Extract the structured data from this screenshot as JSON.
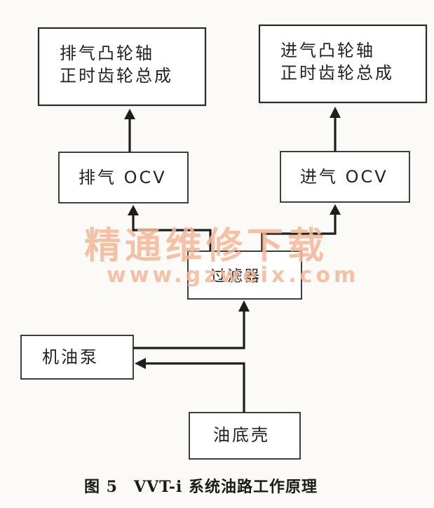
{
  "nodes": {
    "exhaust_cam_gear": [
      "排气凸轮轴",
      "正时齿轮总成"
    ],
    "intake_cam_gear": [
      "进气凸轮轴",
      "正时齿轮总成"
    ],
    "exhaust_ocv": "排气 OCV",
    "intake_ocv": "进气 OCV",
    "filter": "过滤器",
    "oil_pump": "机油泵",
    "oil_pan": "油底壳"
  },
  "watermark": {
    "title": "精通维修下载",
    "url": "www.gzweix.com"
  },
  "caption": "图 5　VVT-i 系统油路工作原理",
  "colors": {
    "line": "#1e1e1e",
    "watermark": "#f4b899"
  }
}
